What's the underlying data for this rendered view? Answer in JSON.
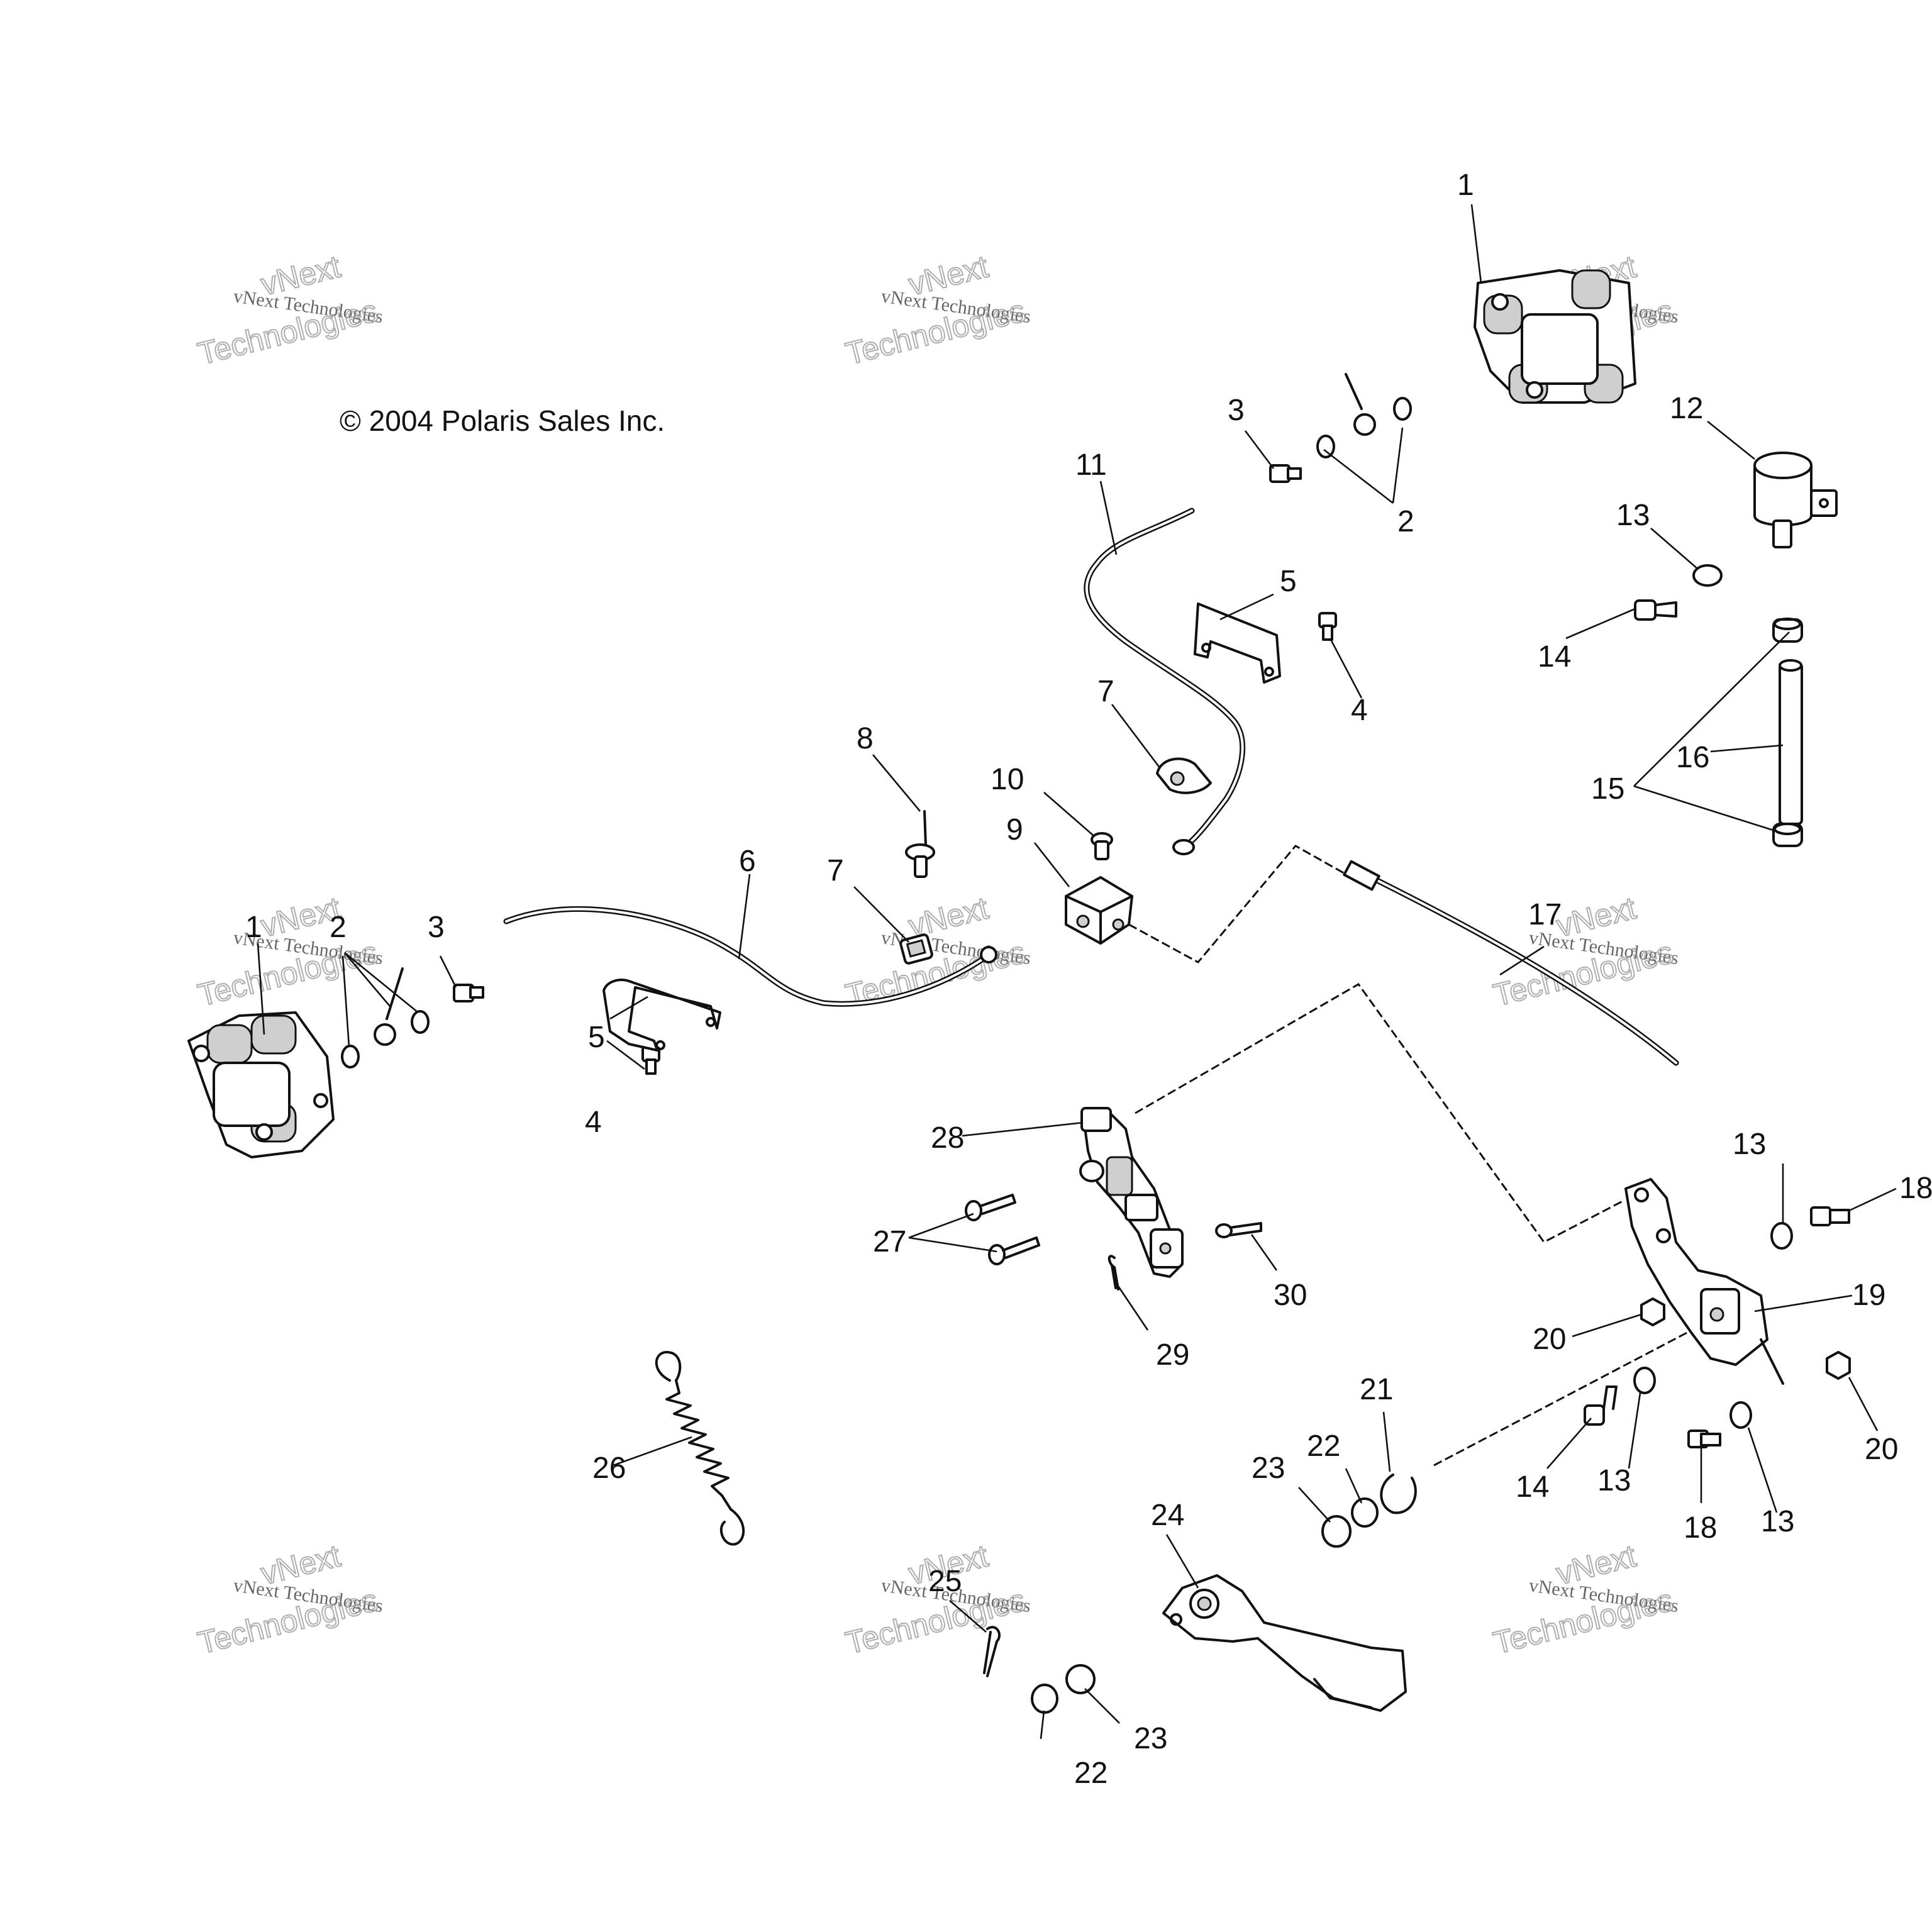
{
  "copyright": "© 2004 Polaris Sales Inc.",
  "watermark": {
    "line1": "vNext Technologies",
    "word_top": "vNext",
    "word_bottom": "Technologies"
  },
  "callouts": {
    "c1a": "1",
    "c1b": "1",
    "c2a": "2",
    "c2b": "2",
    "c3a": "3",
    "c3b": "3",
    "c4a": "4",
    "c4b": "4",
    "c5a": "5",
    "c5b": "5",
    "c6": "6",
    "c7a": "7",
    "c7b": "7",
    "c8": "8",
    "c9": "9",
    "c10": "10",
    "c11": "11",
    "c12": "12",
    "c13a": "13",
    "c13b": "13",
    "c13c": "13",
    "c13d": "13",
    "c14a": "14",
    "c14b": "14",
    "c15": "15",
    "c16": "16",
    "c17": "17",
    "c18a": "18",
    "c18b": "18",
    "c19": "19",
    "c20a": "20",
    "c20b": "20",
    "c21": "21",
    "c22a": "22",
    "c22b": "22",
    "c23a": "23",
    "c23b": "23",
    "c24": "24",
    "c25": "25",
    "c26": "26",
    "c27": "27",
    "c28": "28",
    "c29": "29",
    "c30": "30"
  }
}
